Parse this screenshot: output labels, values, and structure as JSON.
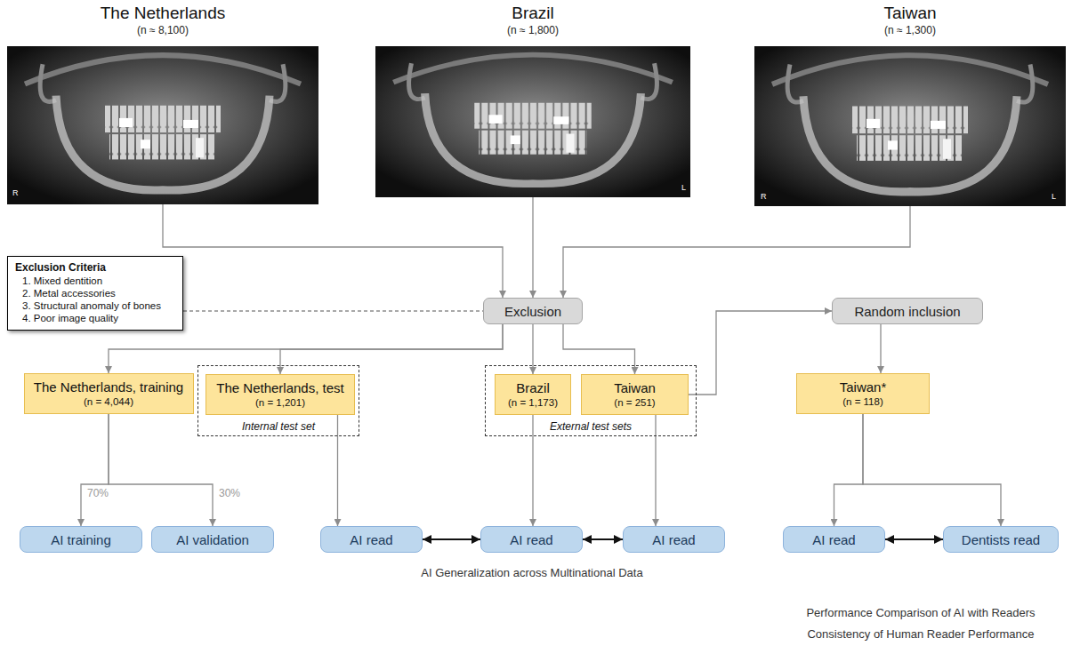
{
  "diagram": {
    "nodes": [
      {
        "text": [
          "The Netherlands",
          "(n ≈ 8,100)"
        ]
      },
      {
        "text": [
          "Brazil",
          "(n ≈ 1,800)"
        ]
      },
      {
        "text": [
          "Taiwan",
          "(n ≈ 1,300)"
        ]
      },
      {
        "text": [
          "Exclusion Criteria",
          "1. Mixed dentition",
          "2. Metal accessories",
          "3. Structural anomaly of bones",
          "4. Poor image quality"
        ]
      },
      {
        "text": [
          "Exclusion"
        ]
      },
      {
        "text": [
          "Random inclusion"
        ]
      },
      {
        "text": [
          "The Netherlands, training",
          "(n = 4,044)"
        ]
      },
      {
        "text": [
          "Internal test set"
        ]
      },
      {
        "text": [
          "The Netherlands, test",
          "(n = 1,201)"
        ],
        "in": 7
      },
      {
        "text": [
          "External test sets"
        ]
      },
      {
        "text": [
          "Brazil",
          "(n = 1,173)"
        ],
        "in": 9
      },
      {
        "text": [
          "Taiwan",
          "(n = 251)"
        ],
        "in": 9
      },
      {
        "text": [
          "Taiwan*",
          "(n = 118)"
        ]
      },
      {
        "text": [
          "AI training"
        ]
      },
      {
        "text": [
          "AI validation"
        ]
      },
      {
        "text": [
          "AI read"
        ]
      },
      {
        "text": [
          "AI read"
        ]
      },
      {
        "text": [
          "AI read"
        ]
      },
      {
        "text": [
          "AI read"
        ]
      },
      {
        "text": [
          "Dentists read"
        ]
      }
    ],
    "edges": [
      {
        "from": 0,
        "to": 4,
        "arrow": "to"
      },
      {
        "from": 1,
        "to": 4,
        "arrow": "to"
      },
      {
        "from": 2,
        "to": 4,
        "arrow": "to"
      },
      {
        "from": 3,
        "to": 4,
        "arrow": "none"
      },
      {
        "from": 4,
        "to": 6,
        "arrow": "to"
      },
      {
        "from": 4,
        "to": 8,
        "arrow": "to"
      },
      {
        "from": 4,
        "to": 10,
        "arrow": "to"
      },
      {
        "from": 4,
        "to": 11,
        "arrow": "to"
      },
      {
        "from": 11,
        "to": 5,
        "arrow": "to"
      },
      {
        "from": 5,
        "to": 12,
        "arrow": "to"
      },
      {
        "from": 6,
        "to": 13,
        "label": "70%",
        "arrow": "to"
      },
      {
        "from": 6,
        "to": 14,
        "label": "30%",
        "arrow": "to"
      },
      {
        "from": 8,
        "to": 15,
        "arrow": "to"
      },
      {
        "from": 10,
        "to": 16,
        "arrow": "to"
      },
      {
        "from": 11,
        "to": 17,
        "arrow": "to"
      },
      {
        "from": 15,
        "to": 16,
        "arrow": "both"
      },
      {
        "from": 16,
        "to": 17,
        "arrow": "both"
      },
      {
        "from": 12,
        "to": 18,
        "arrow": "to"
      },
      {
        "from": 12,
        "to": 19,
        "arrow": "to"
      },
      {
        "from": 18,
        "to": 19,
        "arrow": "both"
      }
    ],
    "labels": [
      "R",
      "L",
      "R",
      "L",
      "AI Generalization across Multinational Data",
      "Performance Comparison of AI with Readers",
      "Consistency of Human Reader Performance"
    ]
  }
}
